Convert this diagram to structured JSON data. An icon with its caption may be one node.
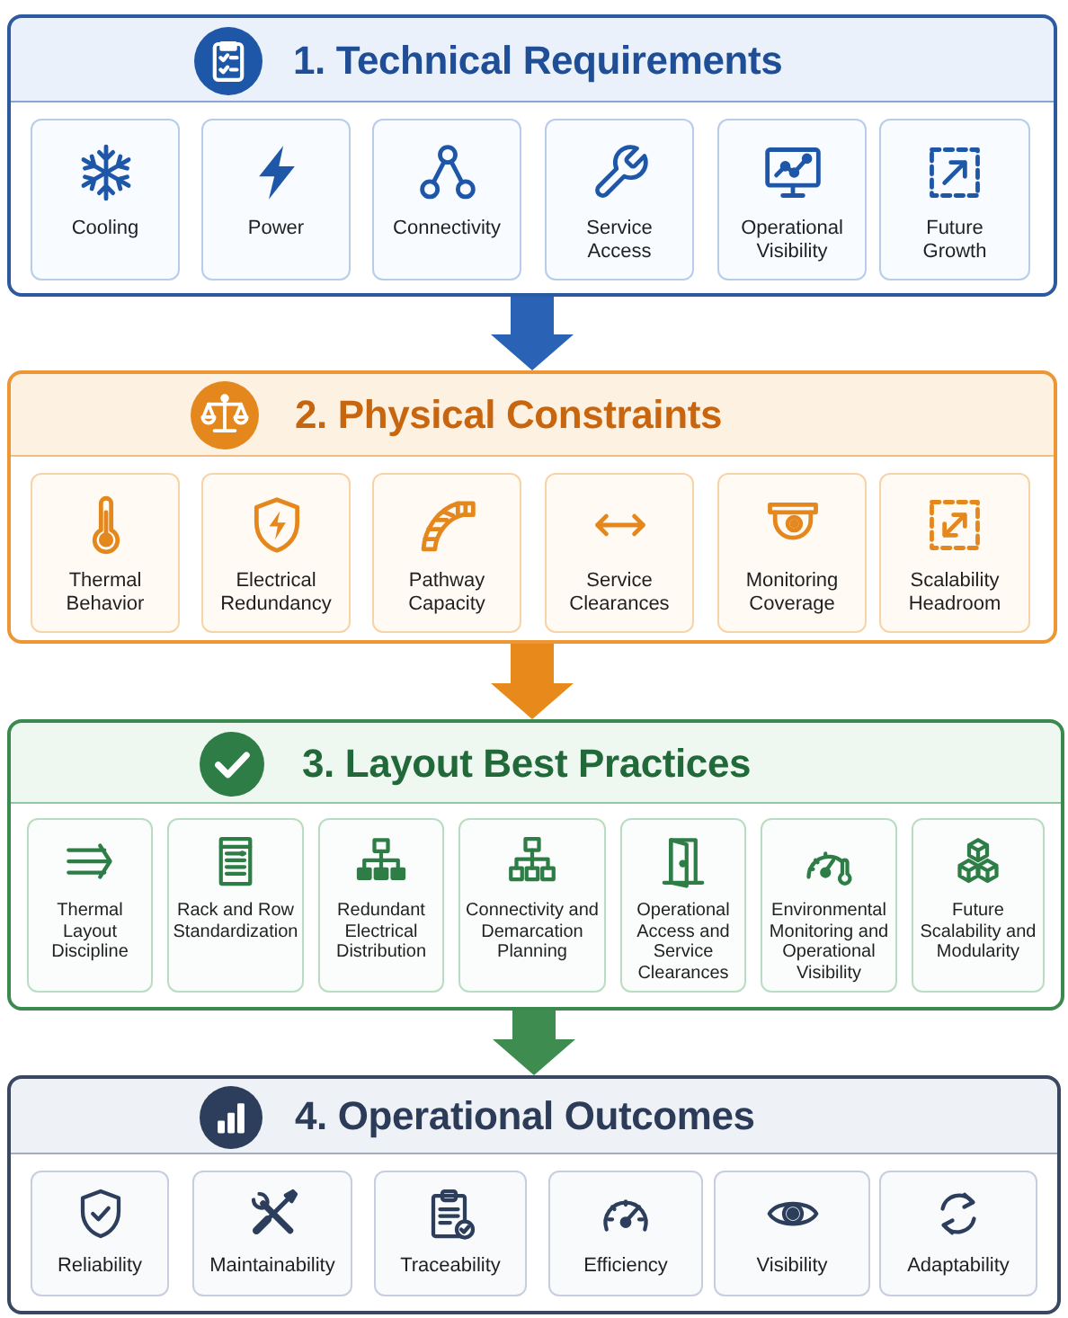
{
  "diagram": {
    "nodes": [
      {
        "text": [
          "1. Technical Requirements"
        ]
      },
      {
        "text": [
          "Cooling"
        ],
        "in": 0
      },
      {
        "text": [
          "Power"
        ],
        "in": 0
      },
      {
        "text": [
          "Connectivity"
        ],
        "in": 0
      },
      {
        "text": [
          "Service Access"
        ],
        "in": 0
      },
      {
        "text": [
          "Operational Visibility"
        ],
        "in": 0
      },
      {
        "text": [
          "Future Growth"
        ],
        "in": 0
      },
      {
        "text": [
          "2. Physical Constraints"
        ]
      },
      {
        "text": [
          "Thermal Behavior"
        ],
        "in": 7
      },
      {
        "text": [
          "Electrical Redundancy"
        ],
        "in": 7
      },
      {
        "text": [
          "Pathway Capacity"
        ],
        "in": 7
      },
      {
        "text": [
          "Service Clearances"
        ],
        "in": 7
      },
      {
        "text": [
          "Monitoring Coverage"
        ],
        "in": 7
      },
      {
        "text": [
          "Scalability Headroom"
        ],
        "in": 7
      },
      {
        "text": [
          "3. Layout Best Practices"
        ]
      },
      {
        "text": [
          "Thermal Layout Discipline"
        ],
        "in": 14
      },
      {
        "text": [
          "Rack and Row Standardization"
        ],
        "in": 14
      },
      {
        "text": [
          "Redundant Electrical Distribution"
        ],
        "in": 14
      },
      {
        "text": [
          "Connectivity and Demarcation Planning"
        ],
        "in": 14
      },
      {
        "text": [
          "Operational Access and Service Clearances"
        ],
        "in": 14
      },
      {
        "text": [
          "Environmental Monitoring and Operational Visibility"
        ],
        "in": 14
      },
      {
        "text": [
          "Future Scalability and Modularity"
        ],
        "in": 14
      },
      {
        "text": [
          "4. Operational Outcomes"
        ]
      },
      {
        "text": [
          "Reliability"
        ],
        "in": 22
      },
      {
        "text": [
          "Maintainability"
        ],
        "in": 22
      },
      {
        "text": [
          "Traceability"
        ],
        "in": 22
      },
      {
        "text": [
          "Efficiency"
        ],
        "in": 22
      },
      {
        "text": [
          "Visibility"
        ],
        "in": 22
      },
      {
        "text": [
          "Adaptability"
        ],
        "in": 22
      }
    ],
    "edges": [
      {
        "from": 0,
        "to": 7,
        "arrow": "to",
        "color": "#2a63b5"
      },
      {
        "from": 7,
        "to": 14,
        "arrow": "to",
        "color": "#e8891c"
      },
      {
        "from": 14,
        "to": 22,
        "arrow": "to",
        "color": "#3e8c4f"
      }
    ]
  }
}
